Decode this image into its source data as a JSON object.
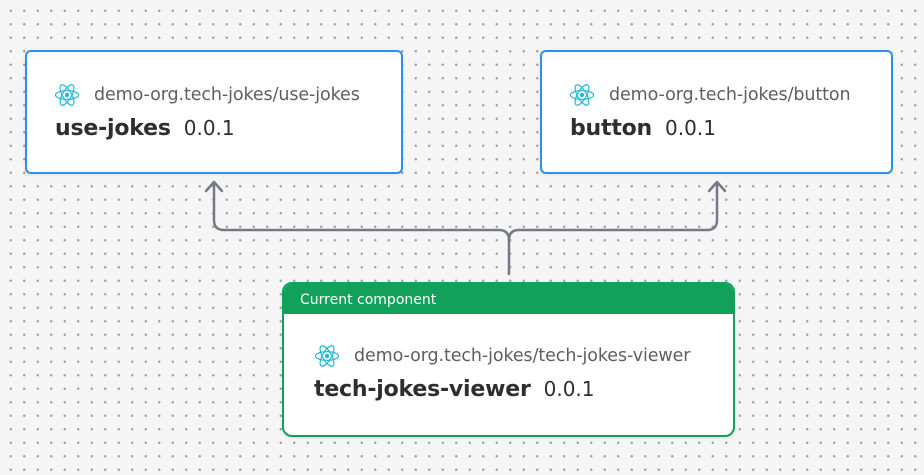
{
  "colors": {
    "node_border": "#2b8ff0",
    "current_border": "#11a15a",
    "edge": "#757b85",
    "react_icon": "#22b8d6"
  },
  "icon": "react-icon",
  "nodes": {
    "use_jokes": {
      "id": "demo-org.tech-jokes/use-jokes",
      "name": "use-jokes",
      "version": "0.0.1"
    },
    "button": {
      "id": "demo-org.tech-jokes/button",
      "name": "button",
      "version": "0.0.1"
    },
    "current": {
      "label": "Current component",
      "id": "demo-org.tech-jokes/tech-jokes-viewer",
      "name": "tech-jokes-viewer",
      "version": "0.0.1"
    }
  },
  "edges": [
    {
      "from": "tech-jokes-viewer",
      "to": "use-jokes"
    },
    {
      "from": "tech-jokes-viewer",
      "to": "button"
    }
  ]
}
